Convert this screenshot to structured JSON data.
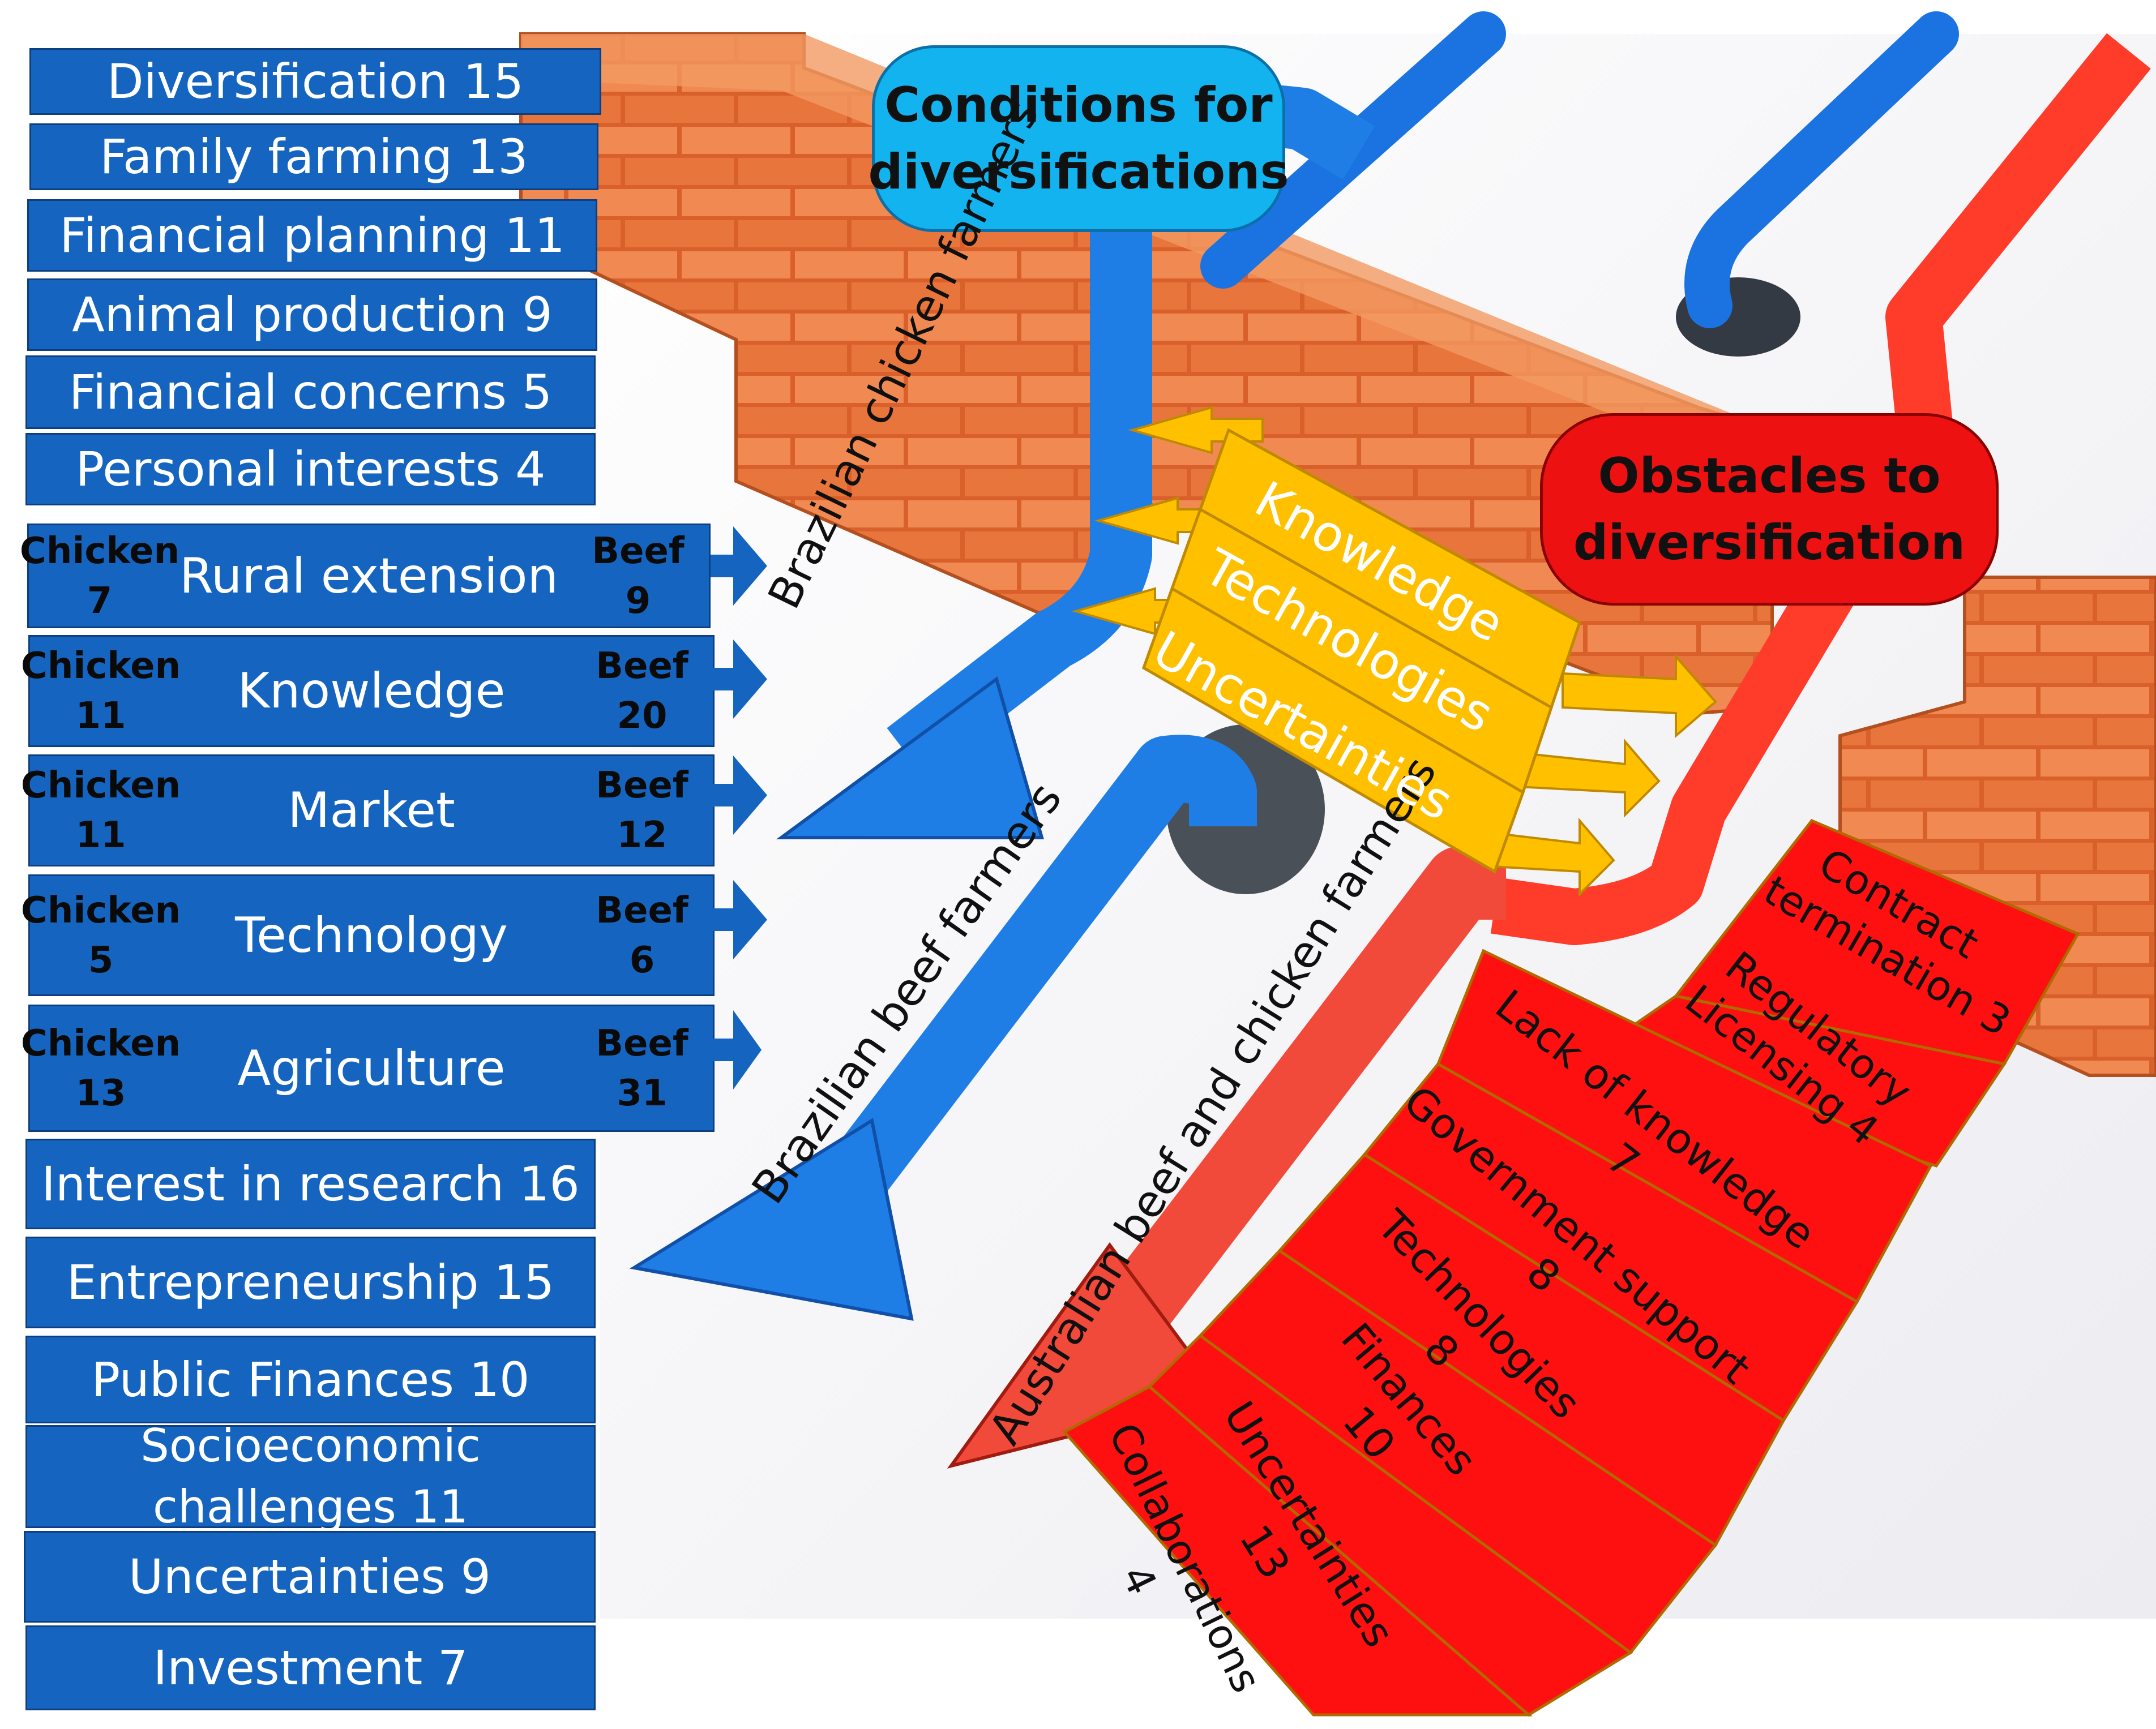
{
  "left_boxes": [
    {
      "text": "Diversification 15"
    },
    {
      "text": "Family farming 13"
    },
    {
      "text": "Financial planning 11"
    },
    {
      "text": "Animal production 9"
    },
    {
      "text": "Financial concerns 5"
    },
    {
      "text": "Personal interests 4"
    }
  ],
  "comparison_rows": [
    {
      "chicken_label": "Chicken",
      "chicken_value": "7",
      "topic": "Rural extension",
      "beef_label": "Beef",
      "beef_value": "9"
    },
    {
      "chicken_label": "Chicken",
      "chicken_value": "11",
      "topic": "Knowledge",
      "beef_label": "Beef",
      "beef_value": "20"
    },
    {
      "chicken_label": "Chicken",
      "chicken_value": "11",
      "topic": "Market",
      "beef_label": "Beef",
      "beef_value": "12"
    },
    {
      "chicken_label": "Chicken",
      "chicken_value": "5",
      "topic": "Technology",
      "beef_label": "Beef",
      "beef_value": "6"
    },
    {
      "chicken_label": "Chicken",
      "chicken_value": "13",
      "topic": "Agriculture",
      "beef_label": "Beef",
      "beef_value": "31"
    }
  ],
  "bottom_boxes": [
    {
      "text": "Interest in research 16"
    },
    {
      "text": "Entrepreneurship 15"
    },
    {
      "text": "Public Finances 10"
    },
    {
      "line1": "Socioeconomic",
      "line2": "challenges 11"
    },
    {
      "text": "Uncertainties 9"
    },
    {
      "text": "Investment 7"
    }
  ],
  "conditions_callout": {
    "line1": "Conditions for",
    "line2": "diversifications"
  },
  "obstacles_callout": {
    "line1": "Obstacles to",
    "line2": "diversification"
  },
  "arrows": {
    "chicken": "Brazilian chicken farmers",
    "beef": "Brazilian beef farmers",
    "australian": "Australian beef and chicken farmers"
  },
  "shared_items": [
    "Knowledge",
    "Technologies",
    "Uncertainties"
  ],
  "obstacles": [
    {
      "line1": "Contract",
      "line2": "termination 3"
    },
    {
      "line1": "Regulatory",
      "line2": "Licensing 4"
    },
    {
      "line1": "Lack of knowledge",
      "line2": "7"
    },
    {
      "line1": "Government support",
      "line2": "8"
    },
    {
      "line1": "Technologies",
      "line2": "8"
    },
    {
      "line1": "Finances",
      "line2": "10"
    },
    {
      "line1": "Uncertainties",
      "line2": "13"
    },
    {
      "line1": "Collaborations",
      "line2": "4"
    }
  ],
  "colors": {
    "blue_box": "#1565c0",
    "cyan": "#12b3ef",
    "red": "#ee1111",
    "yellow": "#ffc000",
    "brick": "#e0703a"
  }
}
